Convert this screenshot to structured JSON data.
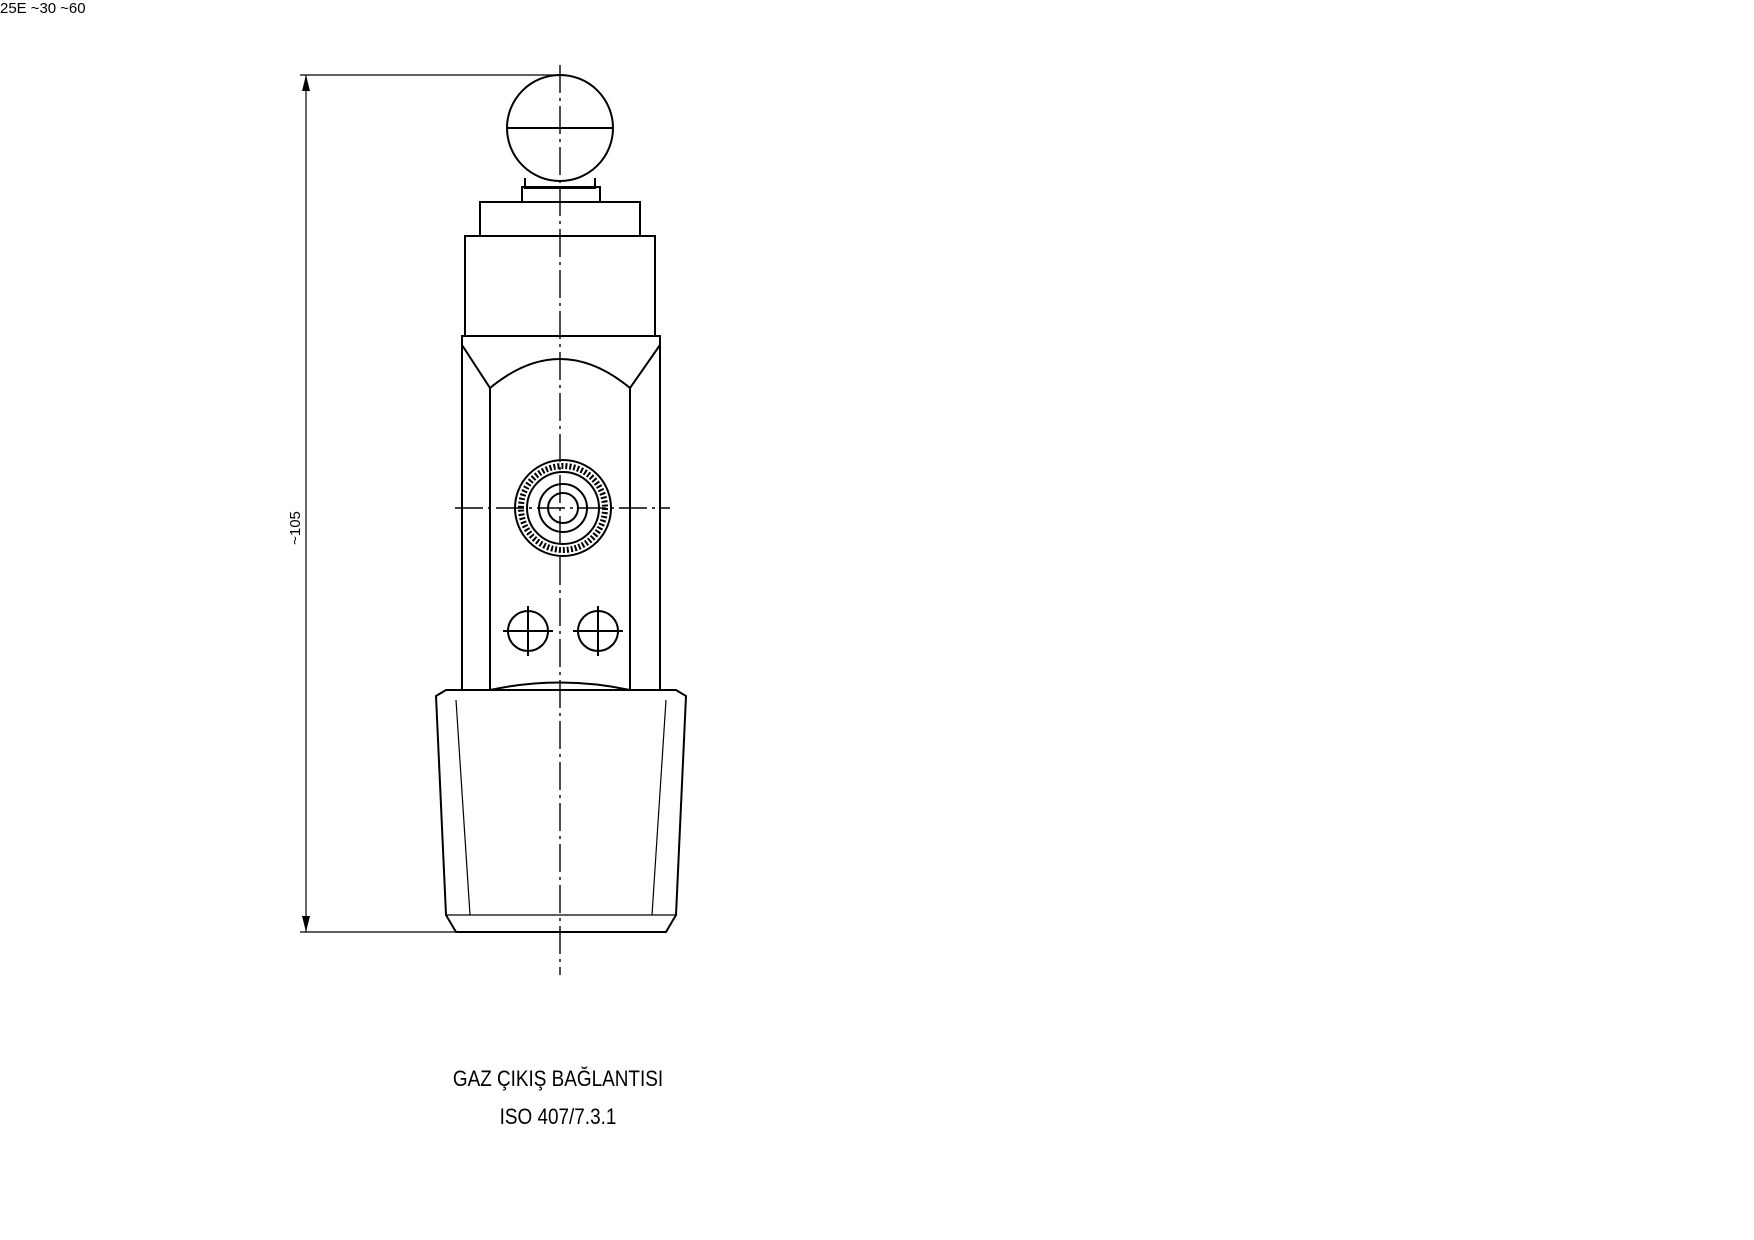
{
  "title": {
    "line1": "GAZ ÇIKIŞ BAĞLANTISI",
    "line2": "ISO 407/7.3.1"
  },
  "dimensions": {
    "overall_height": "~105",
    "thread_diameter": "25E",
    "body_width": "~30",
    "overall_width": "~60"
  }
}
